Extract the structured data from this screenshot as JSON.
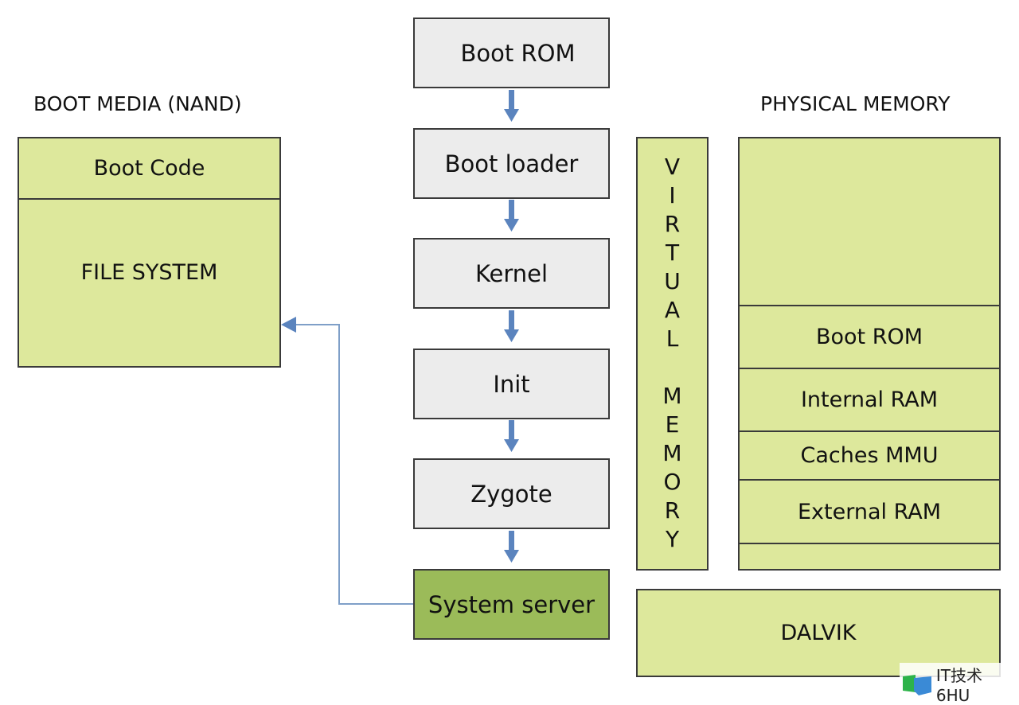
{
  "boot_media": {
    "heading": "BOOT MEDIA (NAND)",
    "sections": [
      {
        "label": "Boot Code"
      },
      {
        "label": "FILE SYSTEM"
      }
    ]
  },
  "boot_sequence": {
    "steps": [
      {
        "label": "Boot ROM",
        "style": "grey"
      },
      {
        "label": "Boot loader",
        "style": "grey"
      },
      {
        "label": "Kernel",
        "style": "grey"
      },
      {
        "label": "Init",
        "style": "grey"
      },
      {
        "label": "Zygote",
        "style": "grey"
      },
      {
        "label": "System server",
        "style": "green"
      }
    ],
    "link_from_system_server_to": "FILE SYSTEM"
  },
  "virtual_memory": {
    "label_line1": "VIRTUAL",
    "label_line2": "MEMORY"
  },
  "physical_memory": {
    "heading": "PHYSICAL MEMORY",
    "sections": [
      {
        "label": ""
      },
      {
        "label": "Boot ROM"
      },
      {
        "label": "Internal RAM"
      },
      {
        "label": "Caches MMU"
      },
      {
        "label": "External RAM"
      },
      {
        "label": ""
      }
    ]
  },
  "dalvik": {
    "label": "DALVIK"
  },
  "colors": {
    "grey_box": "#ececec",
    "lime_box": "#dde89c",
    "green_box": "#9bbb59",
    "arrow": "#5b84be",
    "border": "#3a3a3a"
  },
  "watermark": {
    "text": "IT技术6HU"
  }
}
